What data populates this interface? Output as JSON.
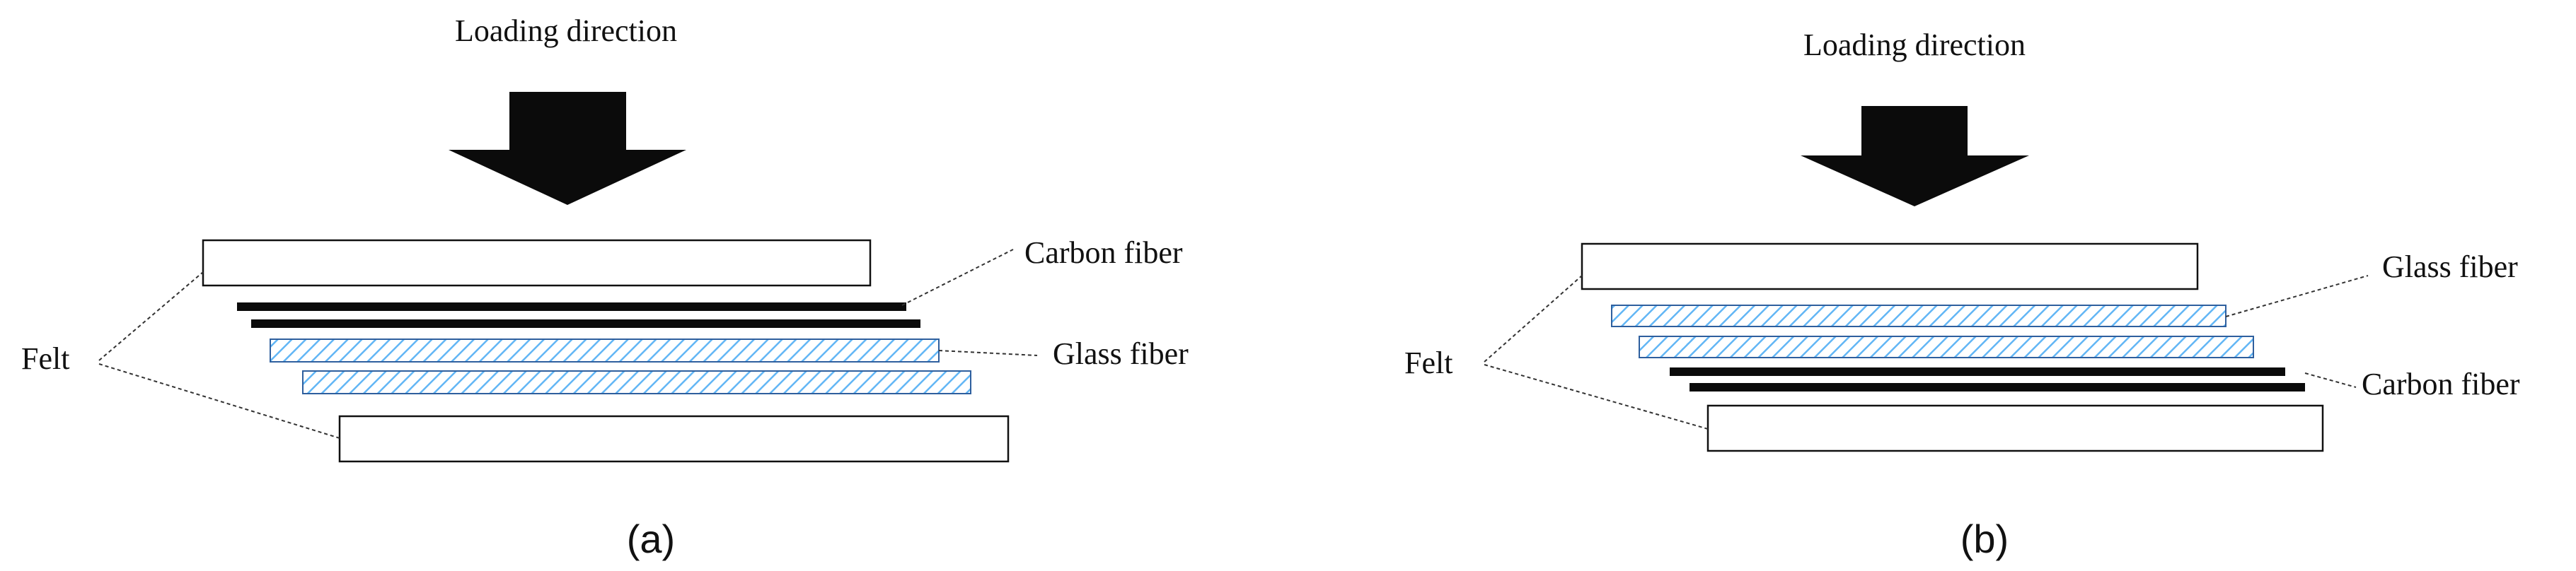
{
  "colors": {
    "arrow": "#0b0b0b",
    "carbon": "#0b0b0b",
    "glass_stroke": "#2e5f9e",
    "glass_hatch": "#62b6f5",
    "felt_stroke": "#111111",
    "leader": "#333333"
  },
  "panel_a": {
    "loading_label": "Loading direction",
    "carbon_label": "Carbon fiber",
    "glass_label": "Glass fiber",
    "felt_label": "Felt",
    "caption": "(a)"
  },
  "panel_b": {
    "loading_label": "Loading direction",
    "glass_label": "Glass fiber",
    "carbon_label": "Carbon fiber",
    "felt_label": "Felt",
    "caption": "(b)"
  }
}
